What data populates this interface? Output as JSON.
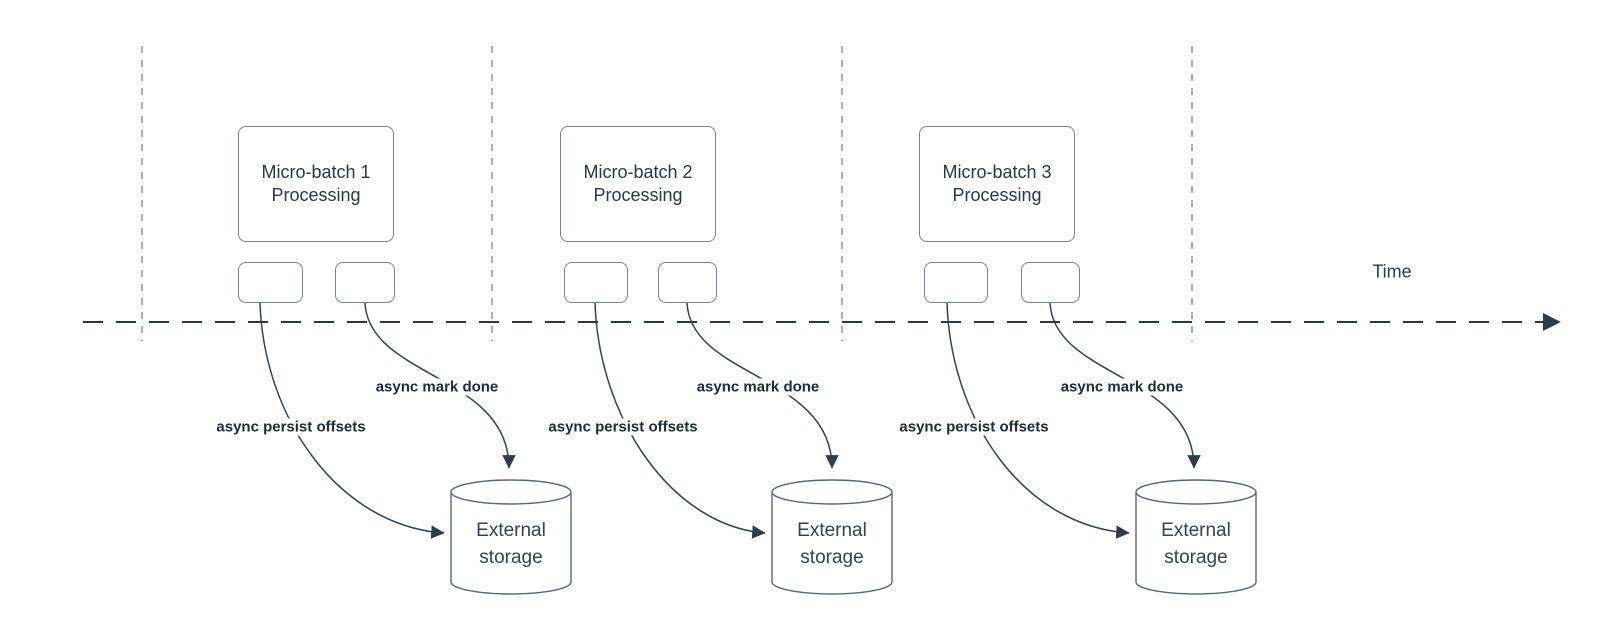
{
  "diagram": {
    "title_hint": "Micro-batch asynchronous progress tracking timeline",
    "timeline": {
      "label": "Time"
    },
    "colors": {
      "background": "#ffffff",
      "shape_stroke": "#7d828a",
      "connector_stroke": "#3a4250",
      "arrowhead_fill": "#333b48",
      "timeline_stroke": "#2e3642",
      "guide_stroke": "#abaeb4",
      "text_primary": "#2f3744",
      "label_bold_text": "#222b38"
    },
    "sections": [
      {
        "batch_label": "Micro-batch 1\nProcessing",
        "persist_label": "async persist offsets",
        "mark_done_label": "async mark done",
        "storage_label": "External\nstorage"
      },
      {
        "batch_label": "Micro-batch 2\nProcessing",
        "persist_label": "async persist offsets",
        "mark_done_label": "async mark done",
        "storage_label": "External\nstorage"
      },
      {
        "batch_label": "Micro-batch 3\nProcessing",
        "persist_label": "async persist offsets",
        "mark_done_label": "async mark done",
        "storage_label": "External\nstorage"
      }
    ]
  }
}
